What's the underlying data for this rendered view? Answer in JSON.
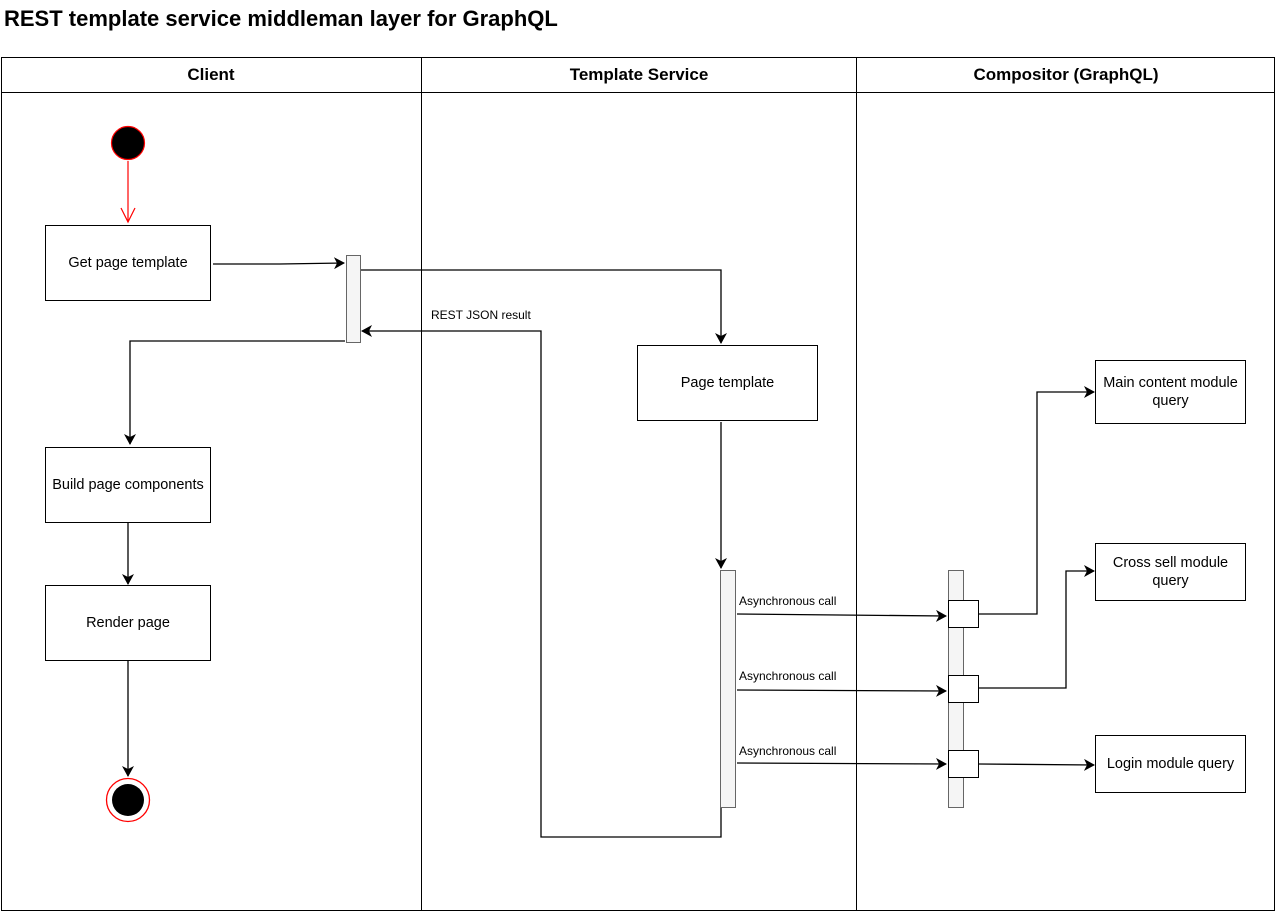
{
  "title": "REST template service middleman layer for GraphQL",
  "lanes": {
    "client": "Client",
    "template_service": "Template Service",
    "compositor": "Compositor (GraphQL)"
  },
  "nodes": {
    "get_page_template": "Get page template",
    "build_page_components": "Build page components",
    "render_page": "Render page",
    "page_template": "Page template",
    "main_content_query": "Main content module query",
    "cross_sell_query": "Cross sell module query",
    "login_query": "Login module query"
  },
  "edge_labels": {
    "rest_json_result": "REST JSON result",
    "async_call_1": "Asynchronous call",
    "async_call_2": "Asynchronous call",
    "async_call_3": "Asynchronous call"
  },
  "colors": {
    "start_node": "#000000",
    "start_border": "#ff0000",
    "start_arrow": "#ff0000",
    "bar_fill": "#f5f5f5"
  }
}
